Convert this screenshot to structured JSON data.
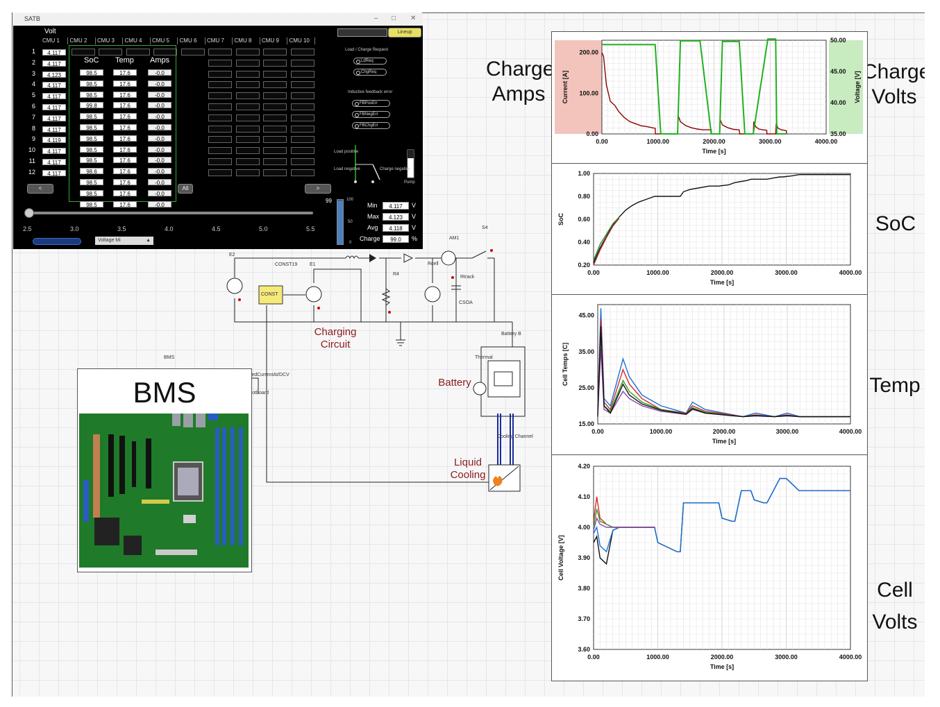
{
  "dashboard": {
    "window_title": "SATB",
    "volt_label": "Volt",
    "cmu_tabs": [
      "CMU 1",
      "CMU 2",
      "CMU 3",
      "CMU 4",
      "CMU 5",
      "CMU 6",
      "CMU 7",
      "CMU 8",
      "CMU 9",
      "CMU 10"
    ],
    "row_numbers": [
      "1",
      "2",
      "3",
      "4",
      "5",
      "6",
      "7",
      "8",
      "9",
      "10",
      "11",
      "12"
    ],
    "volts": [
      "4.117",
      "4.117",
      "4.123",
      "4.117",
      "4.117",
      "4.117",
      "4.117",
      "4.117",
      "4.119",
      "4.117",
      "4.117",
      "4.117"
    ],
    "col_headers": {
      "soc": "SoC",
      "temp": "Temp",
      "amps": "Amps"
    },
    "soc_values": [
      "98.5",
      "98.5",
      "98.5",
      "99.8",
      "98.5",
      "98.5",
      "98.5",
      "98.5",
      "98.5",
      "98.6",
      "98.5",
      "98.5",
      "98.5"
    ],
    "temp_values": [
      "17.6",
      "17.6",
      "17.6",
      "17.6",
      "17.6",
      "17.6",
      "17.6",
      "17.6",
      "17.6",
      "17.6",
      "17.6",
      "17.6",
      "17.6"
    ],
    "amps_values": [
      "-0.0",
      "-0.0",
      "-0.0",
      "-0.0",
      "-0.0",
      "-0.0",
      "-0.0",
      "-0.0",
      "-0.0",
      "-0.0",
      "-0.0",
      "-0.0",
      "-0.0"
    ],
    "top_right_button": "Lineup",
    "load_charge_title": "Load / Charge Request",
    "load_options": [
      "LdReq",
      "ChgReq"
    ],
    "fault_title": "Inductive feedback error",
    "fault_options": [
      "FBPosErr",
      "FBNegErr",
      "FBChgErr"
    ],
    "switch_labels": {
      "load_positive": "Load positive",
      "load_negative": "Load negative",
      "charge_negative": "Charge negative",
      "pump": "Pump"
    },
    "slider_ticks": [
      "2.5",
      "3.0",
      "3.5",
      "4.0",
      "4.5",
      "5.0",
      "5.5"
    ],
    "slider_value": "99",
    "gauge_ticks": [
      "100",
      "50",
      "0"
    ],
    "stats": [
      {
        "label": "Min",
        "value": "4.117",
        "unit": "V"
      },
      {
        "label": "Max",
        "value": "4.123",
        "unit": "V"
      },
      {
        "label": "Avg",
        "value": "4.118",
        "unit": "V"
      },
      {
        "label": "Charge",
        "value": "99.0",
        "unit": "%"
      }
    ],
    "nav_prev": "<",
    "nav_next": ">",
    "all_label": "All",
    "dropdown_value": "Voltage Mi"
  },
  "schematic": {
    "charging_circuit": "Charging\nCircuit",
    "battery": "Battery",
    "liquid_cooling": "Liquid\nCooling",
    "bms_label": "BMS",
    "bms_caption": "BMS",
    "bms_port1": "a-ControlledCurrentAt/DCV",
    "bms_port2": "a-Hotboard",
    "const_label": "CONST19",
    "const_block": "CONST",
    "labels": [
      "E1",
      "R4",
      "AM1",
      "S4",
      "Rcell",
      "Battery B",
      "Thermal",
      "Cooling Channel",
      "Rtrack",
      "E2",
      "CSOA"
    ]
  },
  "charts": {
    "labels": {
      "charge_amps": "Charge\nAmps",
      "charge_volts": "Charge\nVolts",
      "soc": "SoC",
      "temp": "Temp",
      "cell_volts": "Cell\nVolts"
    },
    "chart_data": [
      {
        "type": "line",
        "title": "",
        "xlabel": "Time [s]",
        "ylabel": "Current [A]",
        "y2label": "Voltage [V]",
        "xlim": [
          0,
          4000
        ],
        "ylim": [
          0,
          230
        ],
        "y2lim": [
          35,
          50
        ],
        "xticks": [
          "0.00",
          "1000.00",
          "2000.00",
          "3000.00",
          "4000.00"
        ],
        "yticks": [
          "0.00",
          "100.00",
          "200.00"
        ],
        "y2ticks": [
          "35.00",
          "40.00",
          "45.00",
          "50.00"
        ],
        "grid": true,
        "series": [
          {
            "color": "#8b0000",
            "axis": "left",
            "x": [
              0,
              30,
              80,
              150,
              230,
              300,
              400,
              500,
              600,
              700,
              800,
              900,
              950,
              955,
              1350,
              1360,
              1400,
              1500,
              1600,
              1700,
              1800,
              1950,
              1955,
              2100,
              2110,
              2150,
              2250,
              2350,
              2450,
              2460,
              2700,
              2710,
              2740,
              2800,
              2870,
              2940,
              2945,
              3100,
              3110,
              3140,
              3200,
              3250,
              3290,
              3295
            ],
            "y": [
              200,
              190,
              120,
              80,
              70,
              55,
              40,
              30,
              25,
              20,
              18,
              15,
              14,
              0,
              0,
              45,
              30,
              20,
              15,
              12,
              10,
              10,
              0,
              0,
              35,
              22,
              15,
              11,
              10,
              0,
              0,
              30,
              18,
              12,
              10,
              9,
              0,
              0,
              25,
              14,
              10,
              9,
              8,
              0
            ]
          },
          {
            "color": "#20b020",
            "axis": "right",
            "x": [
              0,
              950,
              1050,
              1100,
              1350,
              1400,
              1750,
              1950,
              2050,
              2100,
              2150,
              2450,
              2550,
              2600,
              2700,
              2960,
              3100,
              3120,
              3170,
              3180,
              3280,
              3300
            ],
            "y": [
              49.3,
              49.3,
              35,
              35,
              35,
              49.9,
              49.9,
              35,
              35,
              35,
              49.8,
              49.8,
              35,
              35,
              35,
              50.2,
              50.2,
              35,
              35,
              35,
              35,
              35
            ]
          }
        ]
      },
      {
        "type": "line",
        "title": "",
        "xlabel": "Time [s]",
        "ylabel": "SoC",
        "xlim": [
          0,
          4000
        ],
        "ylim": [
          0.2,
          1.0
        ],
        "xticks": [
          "0.00",
          "1000.00",
          "2000.00",
          "3000.00",
          "4000.00"
        ],
        "yticks": [
          "0.20",
          "0.40",
          "0.60",
          "0.80",
          "1.00"
        ],
        "grid": true,
        "series": [
          {
            "color": "#111111",
            "x": [
              0,
              100,
              200,
              300,
              400,
              500,
              600,
              700,
              800,
              900,
              950,
              1350,
              1400,
              1500,
              1600,
              1700,
              1800,
              1950,
              2100,
              2200,
              2300,
              2400,
              2450,
              2700,
              2800,
              2900,
              2950,
              3100,
              3200,
              3300,
              4000
            ],
            "y": [
              0.22,
              0.35,
              0.45,
              0.55,
              0.62,
              0.68,
              0.72,
              0.75,
              0.77,
              0.79,
              0.8,
              0.8,
              0.84,
              0.86,
              0.87,
              0.88,
              0.89,
              0.89,
              0.9,
              0.92,
              0.93,
              0.94,
              0.95,
              0.95,
              0.96,
              0.97,
              0.97,
              0.98,
              0.99,
              0.99,
              0.99
            ]
          },
          {
            "color": "#2a8a2a",
            "x": [
              0,
              100,
              200,
              300,
              400
            ],
            "y": [
              0.24,
              0.38,
              0.47,
              0.56,
              0.62
            ]
          },
          {
            "color": "#b03030",
            "x": [
              0,
              100,
              200,
              300,
              400
            ],
            "y": [
              0.2,
              0.33,
              0.44,
              0.54,
              0.61
            ]
          }
        ]
      },
      {
        "type": "line",
        "title": "",
        "xlabel": "Time [s]",
        "ylabel": "Cell Temps [C]",
        "xlim": [
          0,
          4000
        ],
        "ylim": [
          15,
          48
        ],
        "xticks": [
          "0.00",
          "1000.00",
          "2000.00",
          "3000.00",
          "4000.00"
        ],
        "yticks": [
          "15.00",
          "25.00",
          "35.00",
          "45.00"
        ],
        "grid": true,
        "series": [
          {
            "color": "#1a6fd6",
            "x": [
              0,
              50,
              100,
              200,
              400,
              500,
              700,
              1000,
              1400,
              1500,
              1700,
              2000,
              2300,
              2500,
              2800,
              3000,
              3200,
              4000
            ],
            "y": [
              20,
              47,
              22,
              20,
              33,
              28,
              23,
              20,
              18,
              21,
              19,
              18,
              17,
              18,
              17,
              18,
              17,
              17
            ]
          },
          {
            "color": "#d62b2b",
            "x": [
              0,
              50,
              100,
              200,
              400,
              500,
              700,
              1000,
              1400,
              1500,
              1700,
              2000,
              2300,
              2500,
              2800,
              3000,
              3200,
              4000
            ],
            "y": [
              19,
              44,
              21,
              19,
              30,
              26,
              22,
              19,
              18,
              20,
              18.5,
              17.8,
              17,
              17.5,
              17,
              17.5,
              17,
              17
            ]
          },
          {
            "color": "#2aa02a",
            "x": [
              0,
              50,
              100,
              200,
              400,
              500,
              700,
              1000,
              1400,
              1500,
              1700,
              2000,
              2300,
              2500,
              2800,
              3000,
              3200,
              4000
            ],
            "y": [
              18,
              40,
              20,
              18.5,
              27,
              24,
              21,
              19,
              17.8,
              19.5,
              18.2,
              17.6,
              17,
              17.3,
              17,
              17.3,
              17,
              17
            ]
          },
          {
            "color": "#8e44ad",
            "x": [
              0,
              50,
              100,
              200,
              400,
              500,
              700,
              1000,
              1400,
              1500,
              1700,
              2000,
              2300,
              2500,
              2800,
              3000,
              3200,
              4000
            ],
            "y": [
              17.5,
              36,
              19,
              18,
              24,
              22,
              20,
              18.5,
              17.6,
              19,
              18,
              17.5,
              17,
              17.2,
              17,
              17.2,
              17,
              17
            ]
          },
          {
            "color": "#111111",
            "x": [
              0,
              50,
              100,
              200,
              400,
              500,
              700,
              1000,
              1400,
              1500,
              1700,
              2000,
              2300,
              2500,
              2800,
              3000,
              3200,
              4000
            ],
            "y": [
              17,
              42,
              20,
              18,
              26,
              23,
              20.5,
              18.8,
              17.7,
              19.2,
              18,
              17.5,
              17,
              17.3,
              17,
              17.3,
              17,
              17
            ]
          }
        ]
      },
      {
        "type": "line",
        "title": "",
        "xlabel": "Time [s]",
        "ylabel": "Cell Voltage [V]",
        "xlim": [
          0,
          4000
        ],
        "ylim": [
          3.6,
          4.2
        ],
        "xticks": [
          "0.00",
          "1000.00",
          "2000.00",
          "3000.00",
          "4000.00"
        ],
        "yticks": [
          "3.60",
          "3.70",
          "3.80",
          "3.90",
          "4.00",
          "4.10",
          "4.20"
        ],
        "grid": true,
        "series": [
          {
            "color": "#111111",
            "x": [
              0,
              50,
              100,
              200,
              300,
              400,
              500,
              700,
              950,
              1000,
              1300,
              1350,
              1400,
              1800,
              1950,
              2000,
              2150,
              2200,
              2300,
              2450,
              2500,
              2650,
              2700,
              2900,
              2950,
              3000,
              3150,
              3200,
              4000
            ],
            "y": [
              3.95,
              3.97,
              3.9,
              3.88,
              3.99,
              4.0,
              4.0,
              4.0,
              4.0,
              3.95,
              3.92,
              3.92,
              4.08,
              4.08,
              4.08,
              4.03,
              4.02,
              4.02,
              4.12,
              4.12,
              4.09,
              4.08,
              4.08,
              4.16,
              4.16,
              4.16,
              4.13,
              4.12,
              4.12
            ]
          },
          {
            "color": "#1a6fd6",
            "x": [
              0,
              50,
              100,
              200,
              300,
              400,
              500,
              700,
              950,
              1000,
              1300,
              1350,
              1400,
              1800,
              1950,
              2000,
              2150,
              2200,
              2300,
              2450,
              2500,
              2650,
              2700,
              2900,
              2950,
              3000,
              3150,
              3200,
              4000
            ],
            "y": [
              3.98,
              4.0,
              3.94,
              3.92,
              3.99,
              4.0,
              4.0,
              4.0,
              4.0,
              3.95,
              3.92,
              3.92,
              4.08,
              4.08,
              4.08,
              4.03,
              4.02,
              4.02,
              4.12,
              4.12,
              4.09,
              4.08,
              4.08,
              4.16,
              4.16,
              4.16,
              4.13,
              4.12,
              4.12
            ]
          },
          {
            "color": "#d62b2b",
            "x": [
              0,
              50,
              100,
              200,
              300,
              400,
              500,
              700,
              950
            ],
            "y": [
              4.02,
              4.1,
              4.03,
              4.01,
              4.0,
              4.0,
              4.0,
              4.0,
              4.0
            ]
          },
          {
            "color": "#2aa02a",
            "x": [
              0,
              50,
              100,
              200,
              300,
              400,
              500,
              700,
              950
            ],
            "y": [
              4.0,
              4.06,
              4.02,
              4.01,
              4.0,
              4.0,
              4.0,
              4.0,
              4.0
            ]
          },
          {
            "color": "#8e44ad",
            "x": [
              0,
              50,
              100,
              200,
              300,
              400,
              500,
              700,
              950
            ],
            "y": [
              3.99,
              4.03,
              4.01,
              4.0,
              4.0,
              4.0,
              4.0,
              4.0,
              4.0
            ]
          }
        ]
      }
    ]
  }
}
